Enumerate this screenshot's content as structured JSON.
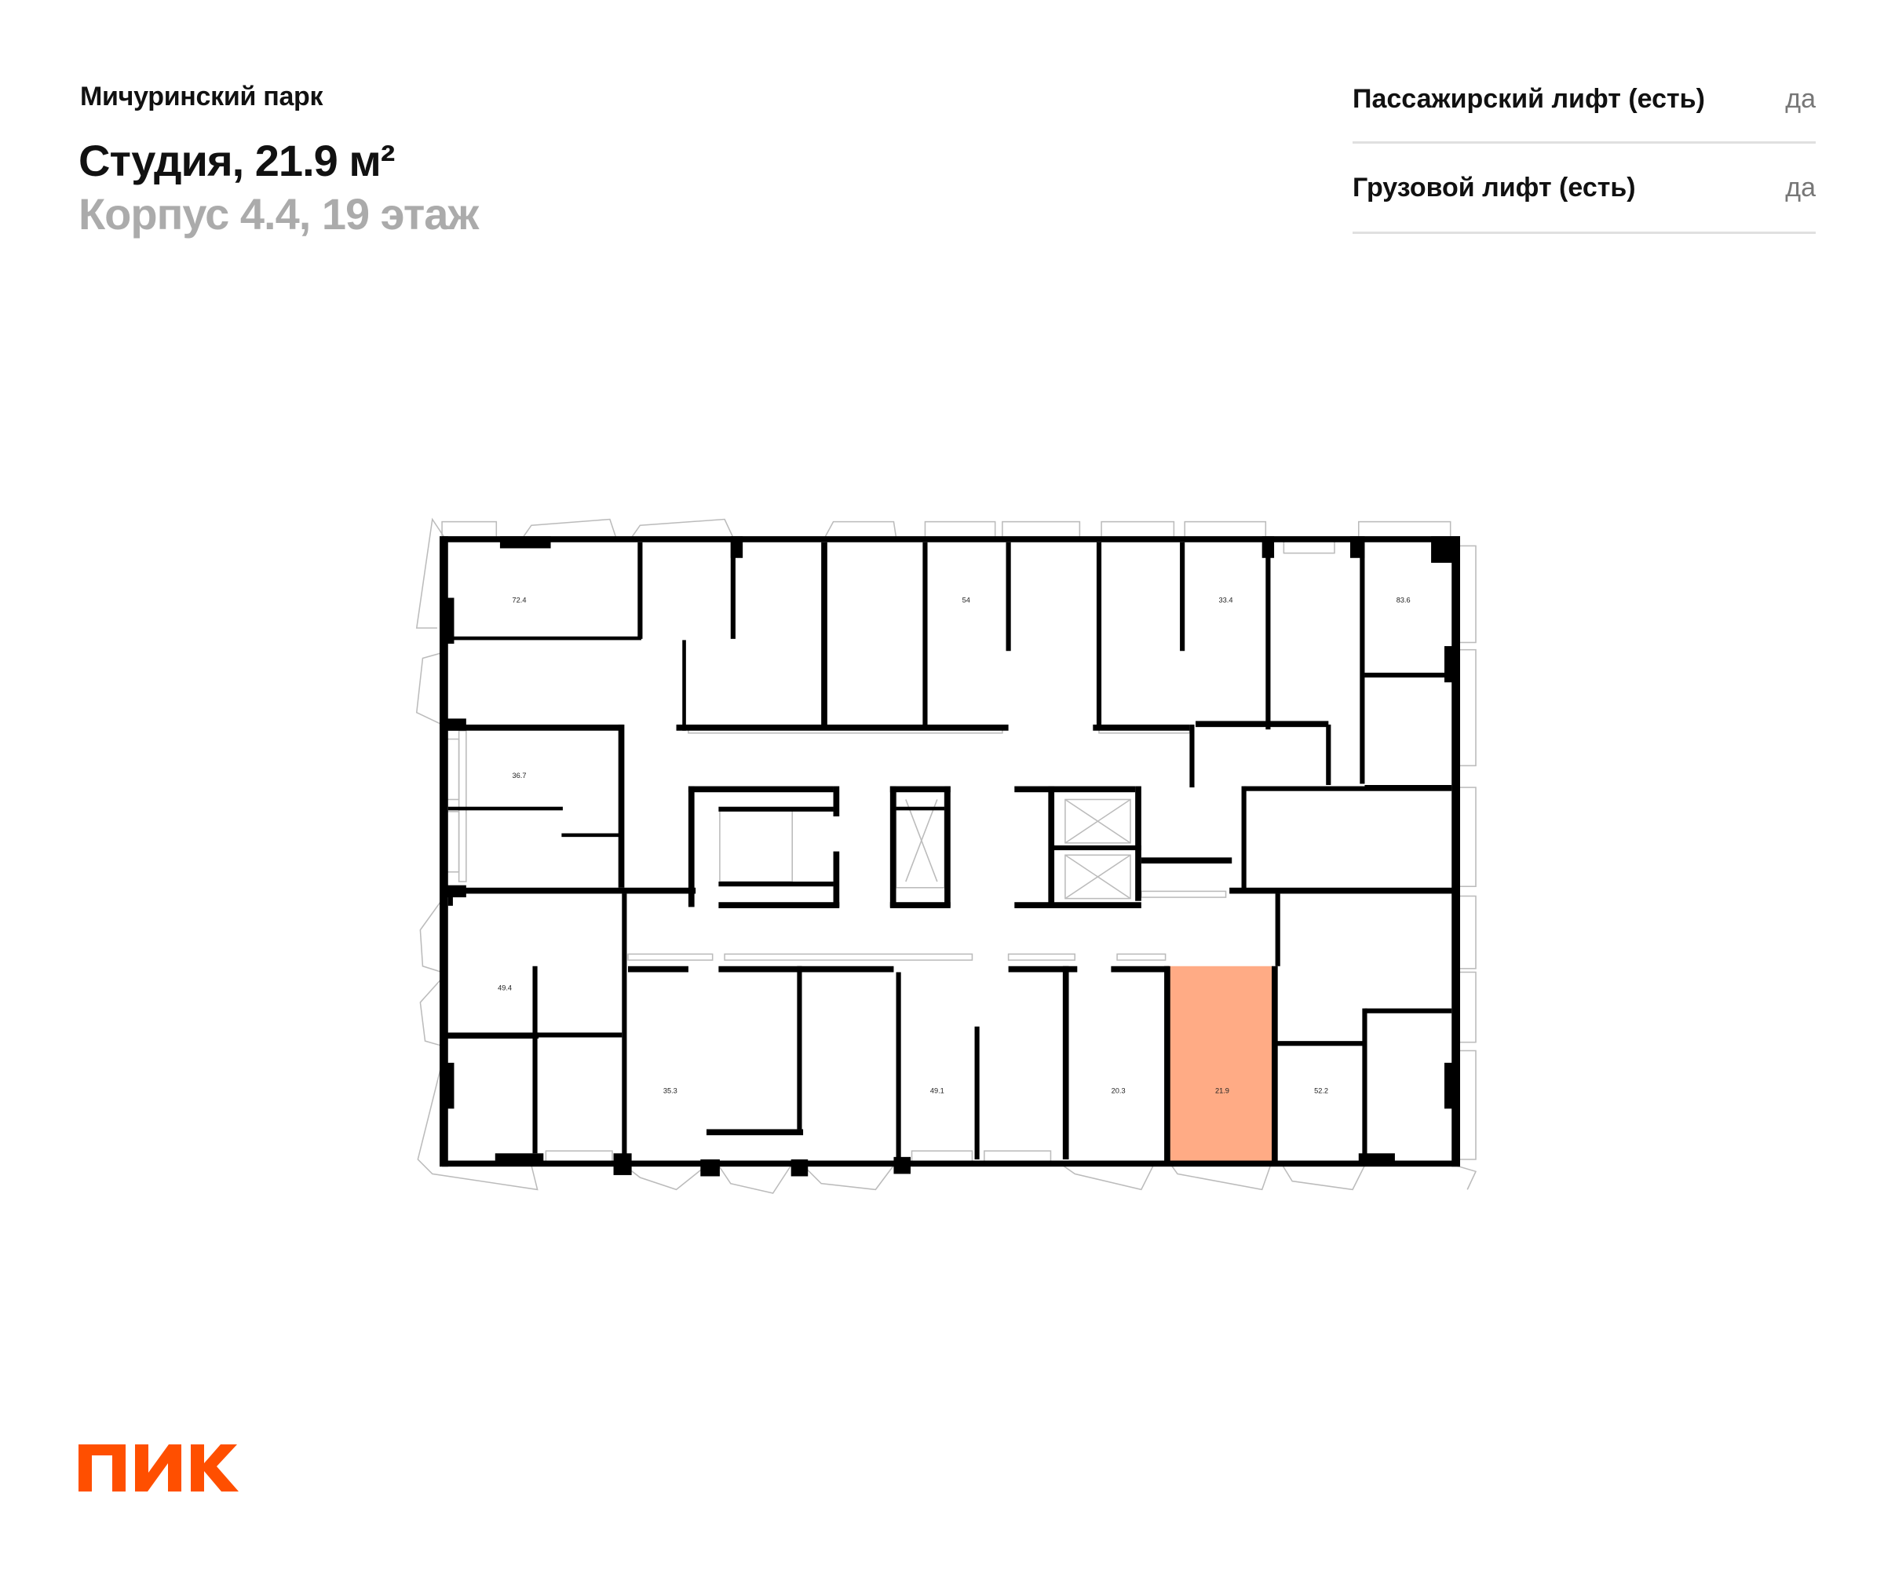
{
  "header": {
    "project": "Мичуринский парк",
    "title": "Студия, 21.9 м²",
    "subtitle": "Корпус 4.4, 19 этаж"
  },
  "specs": [
    {
      "label": "Пассажирский лифт (есть)",
      "value": "да"
    },
    {
      "label": "Грузовой лифт (есть)",
      "value": "да"
    }
  ],
  "plan": {
    "highlight_color": "#FF4F00",
    "apartments": [
      {
        "area": "72.4"
      },
      {
        "area": "54"
      },
      {
        "area": "33.4"
      },
      {
        "area": "83.6"
      },
      {
        "area": "36.7"
      },
      {
        "area": "49.4"
      },
      {
        "area": "35.3"
      },
      {
        "area": "49.1"
      },
      {
        "area": "20.3"
      },
      {
        "area": "21.9",
        "selected": true
      },
      {
        "area": "52.2"
      }
    ]
  },
  "logo": {
    "text": "ПИК",
    "color": "#FF4F00"
  }
}
